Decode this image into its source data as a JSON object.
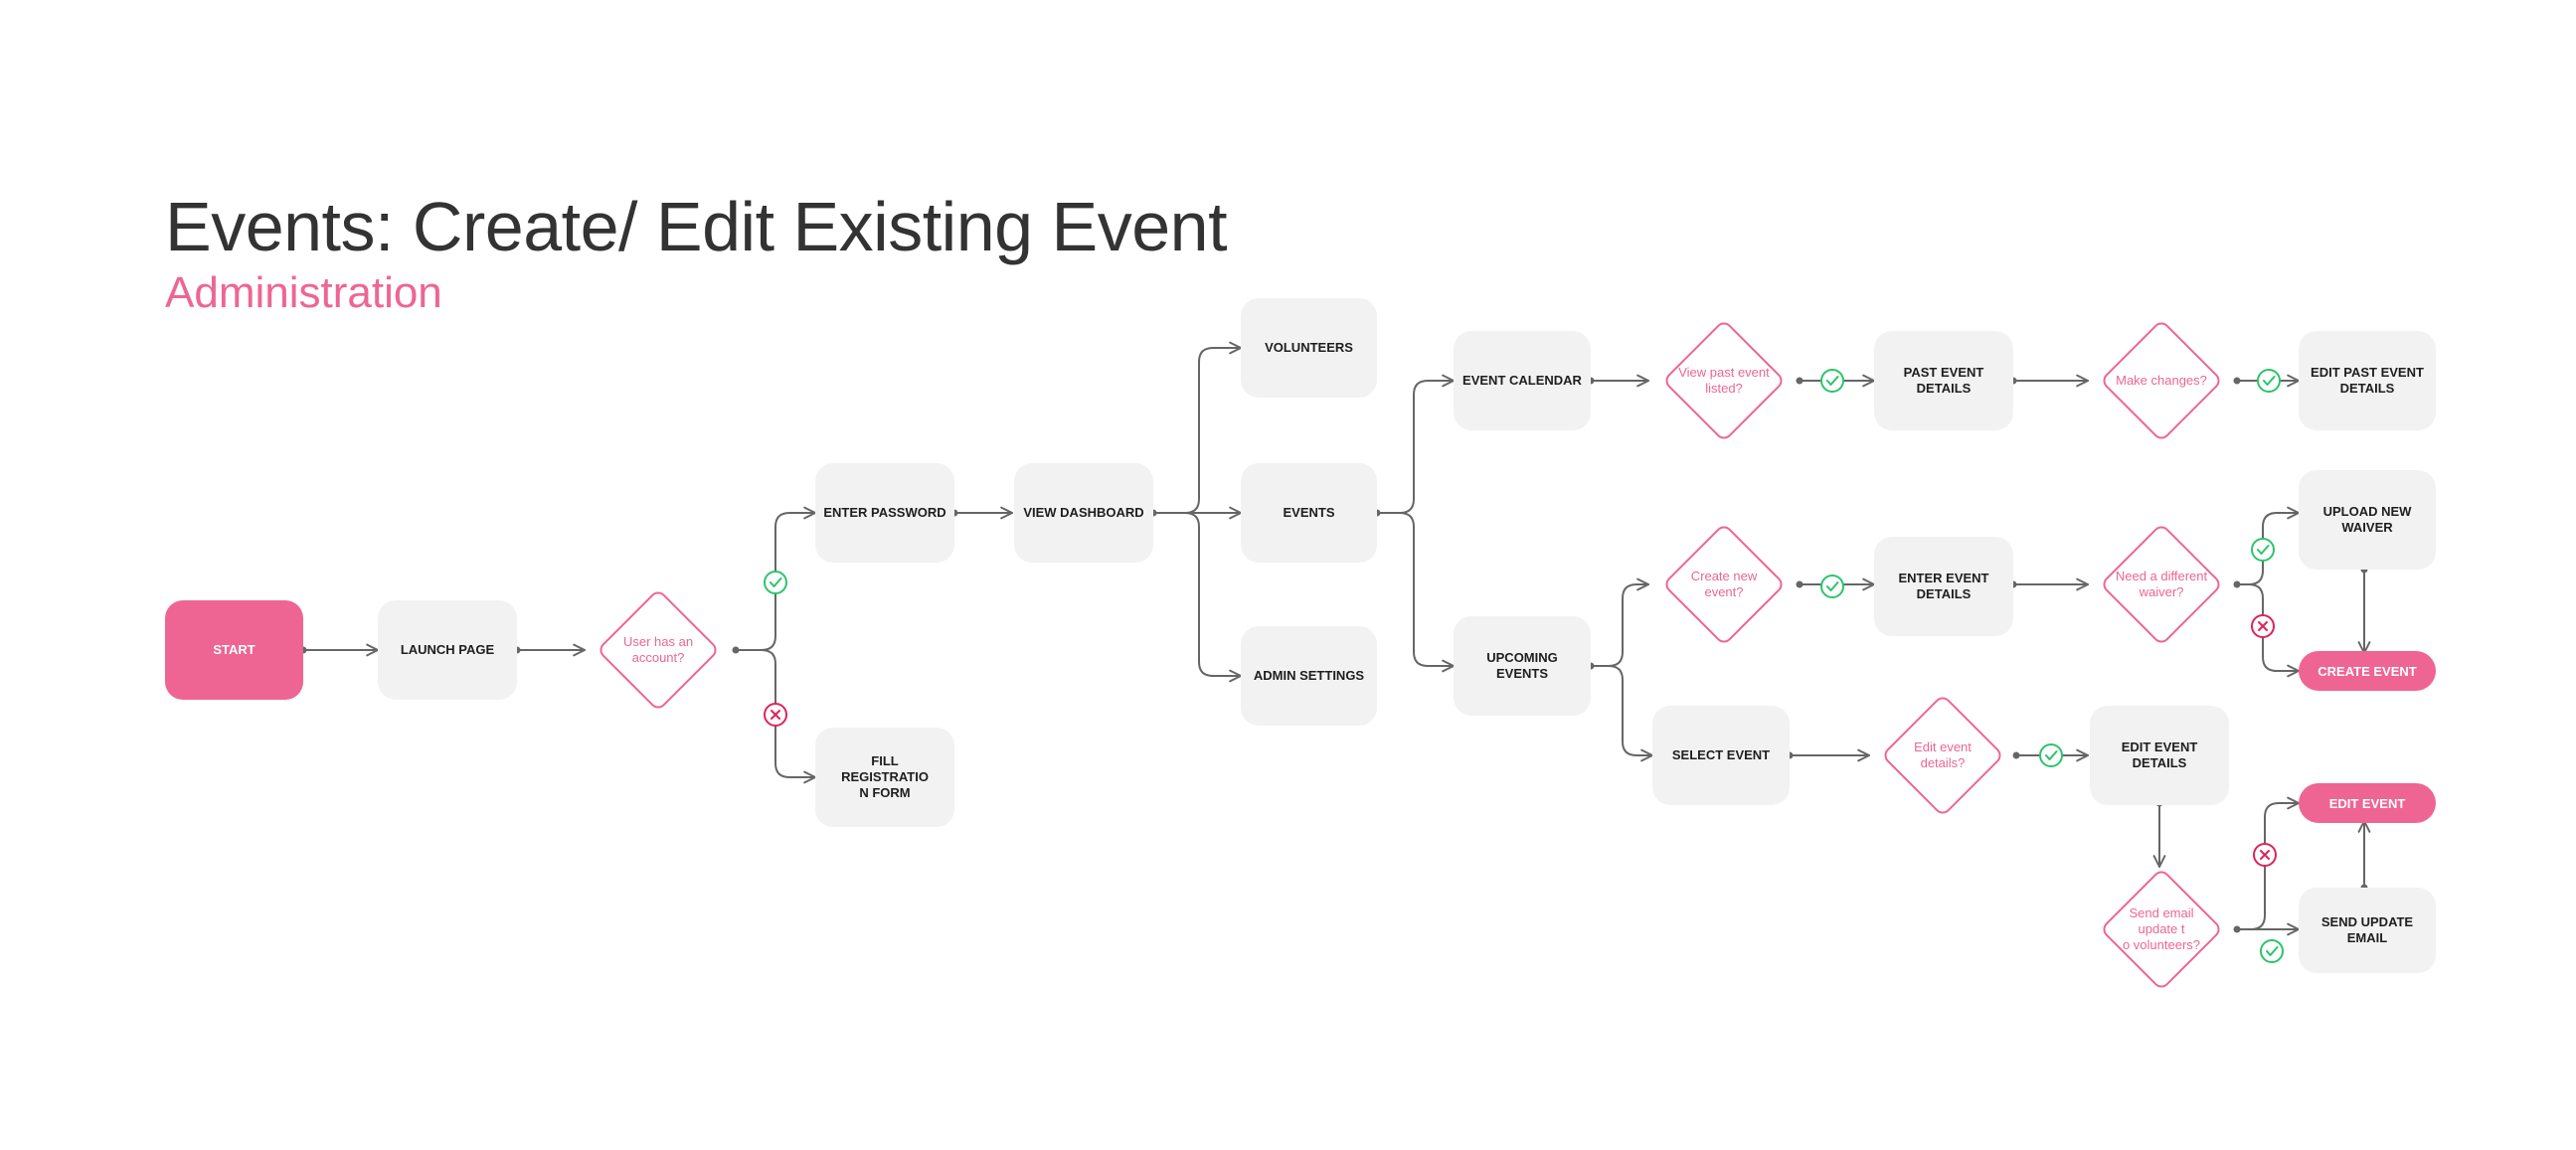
{
  "title": "Events: Create/ Edit Existing Event",
  "subtitle": "Administration",
  "colors": {
    "accent": "#EE6593",
    "node_fill": "#F2F2F2",
    "text": "#1E1E1E",
    "connector": "#666666",
    "yes": "#2BC46B",
    "no": "#E0225B"
  },
  "nodes": {
    "start": "START",
    "launch_page": "LAUNCH PAGE",
    "user_has_account": "User has an account?",
    "enter_password": "ENTER PASSWORD",
    "fill_registration_form": "FILL REGISTRATION FORM",
    "view_dashboard": "VIEW DASHBOARD",
    "volunteers": "VOLUNTEERS",
    "events": "EVENTS",
    "admin_settings": "ADMIN SETTINGS",
    "event_calendar": "EVENT CALENDAR",
    "upcoming_events": "UPCOMING EVENTS",
    "view_past_event": "View past event listed?",
    "past_event_details": "PAST EVENT DETAILS",
    "make_changes": "Make changes?",
    "edit_past_event_details": "EDIT PAST EVENT DETAILS",
    "create_new_event": "Create new event?",
    "enter_event_details": "ENTER EVENT DETAILS",
    "need_different_waiver": "Need a different waiver?",
    "upload_new_waiver": "UPLOAD NEW WAIVER",
    "create_event": "CREATE EVENT",
    "select_event": "SELECT EVENT",
    "edit_event_details_q": "Edit event details?",
    "edit_event_details": "EDIT EVENT DETAILS",
    "send_email_update": "Send email update to volunteers?",
    "edit_event": "EDIT EVENT",
    "send_update_email": "SEND UPDATE EMAIL"
  },
  "icons": {
    "yes": "check-circle-icon",
    "no": "x-circle-icon"
  }
}
